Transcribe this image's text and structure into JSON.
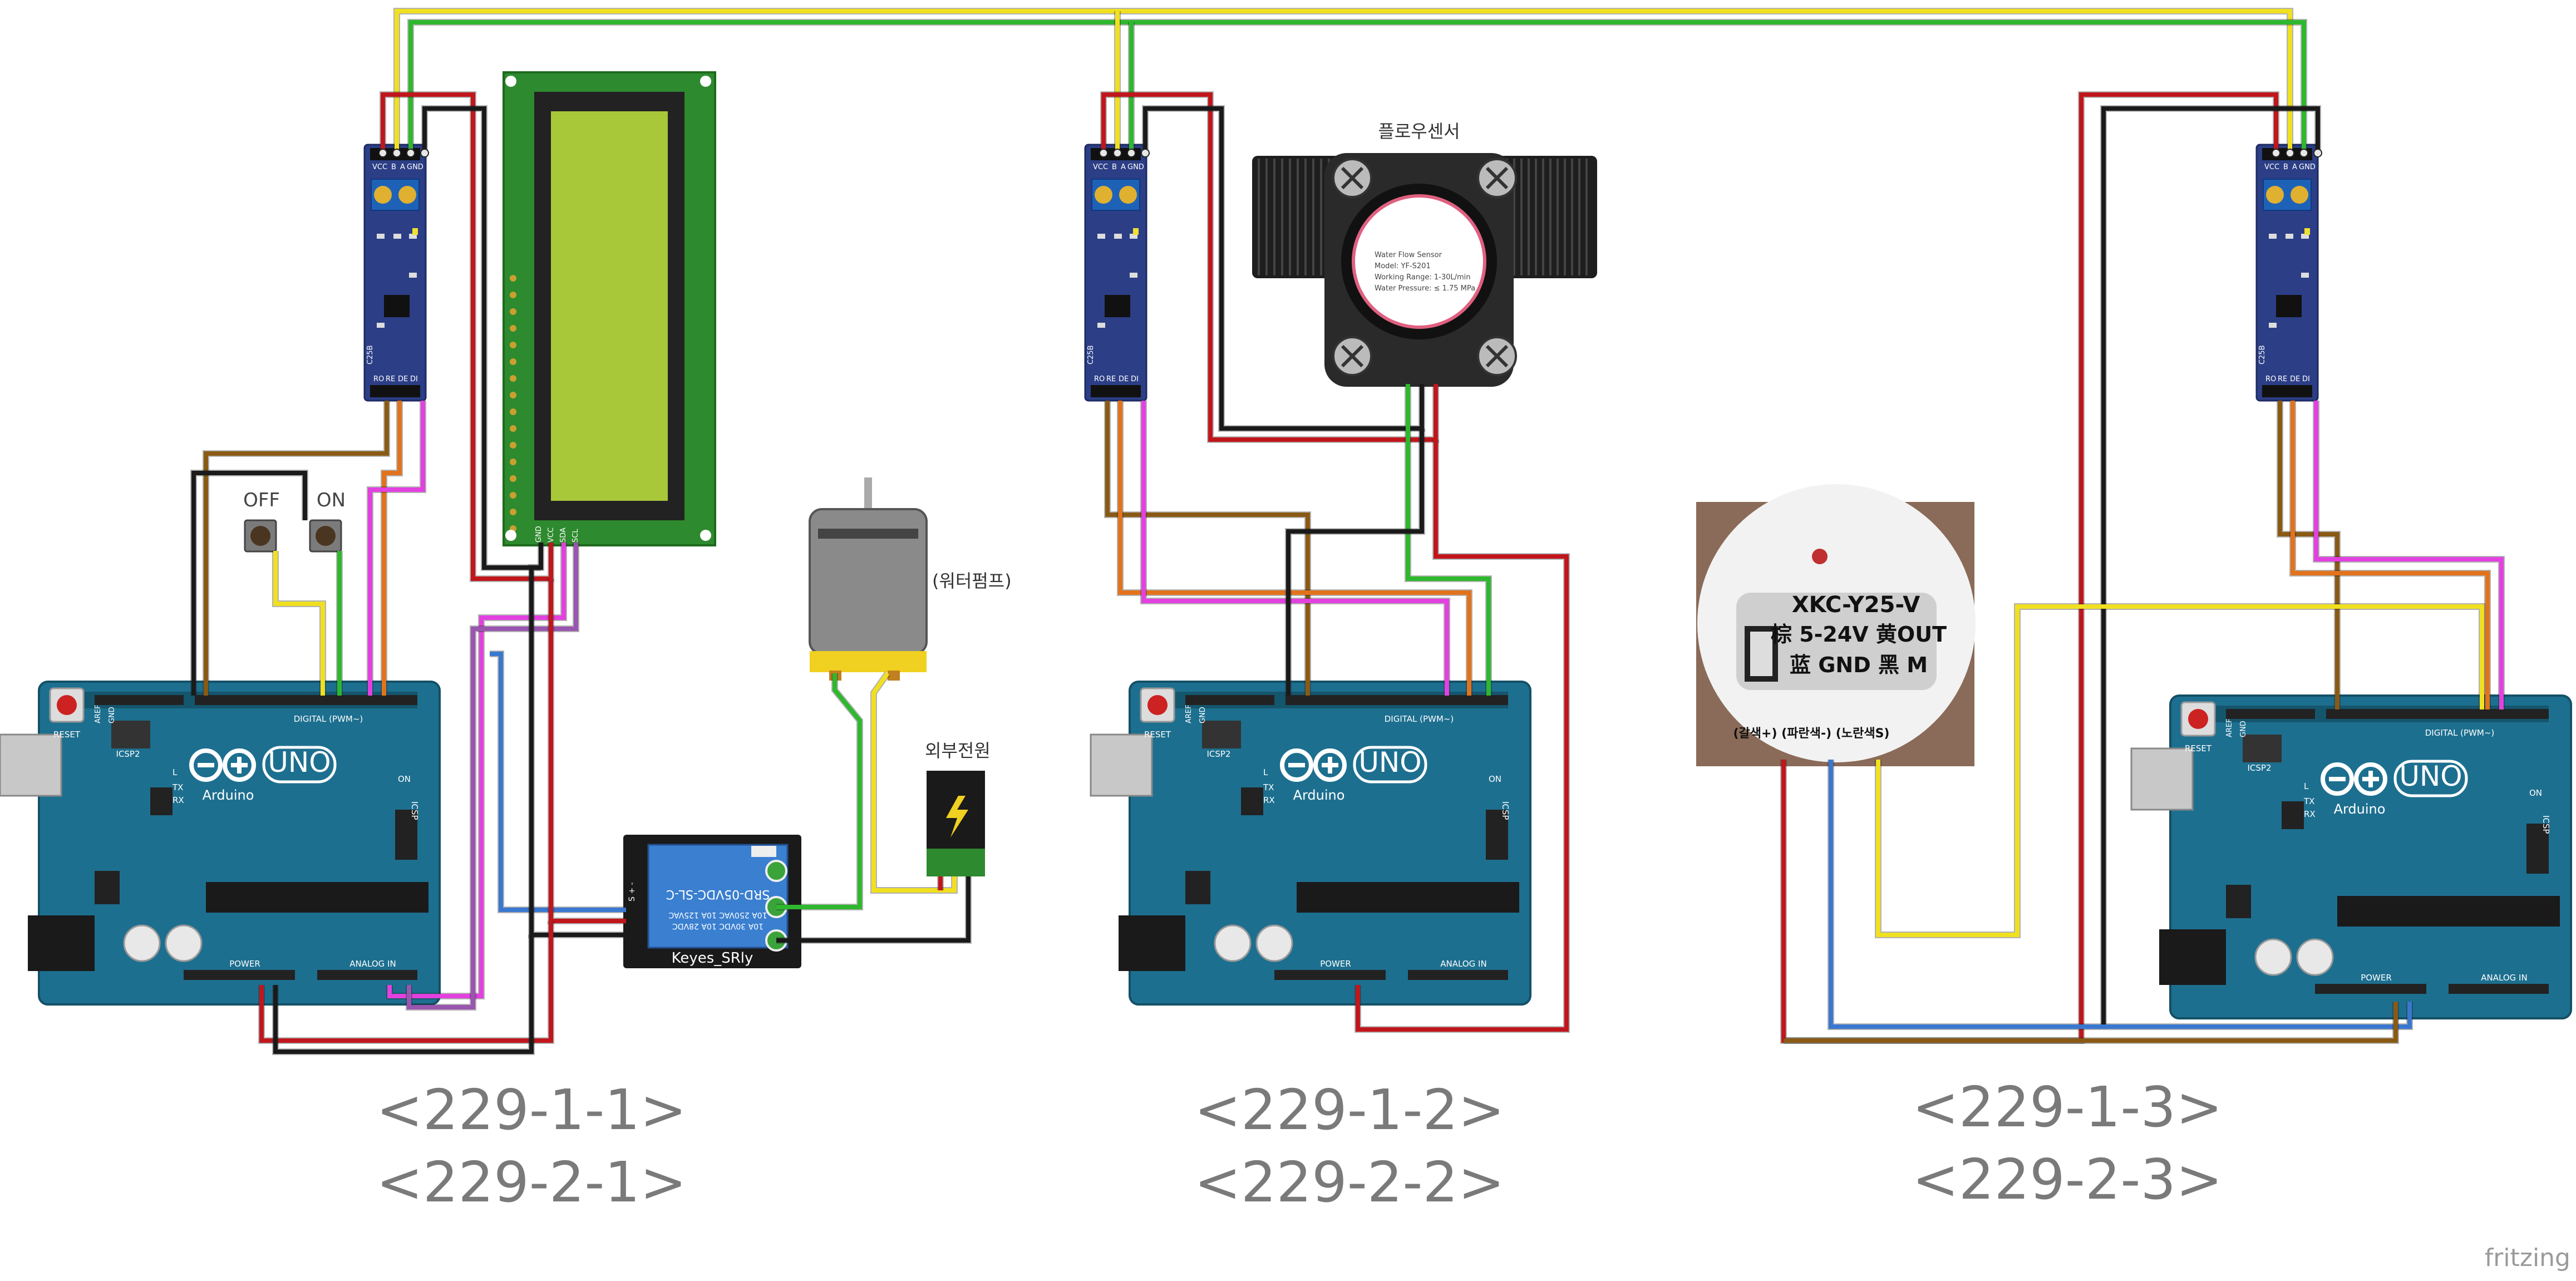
{
  "board_text": {
    "uno": "UNO",
    "arduino": "Arduino",
    "reset": "RESET",
    "icsp2": "ICSP2",
    "icsp": "ICSP",
    "digital": "DIGITAL (PWM~)",
    "analog": "ANALOG IN",
    "power": "POWER",
    "on": "ON",
    "tx": "TX",
    "rx": "RX",
    "l": "L",
    "aref": "AREF",
    "gnd": "GND"
  },
  "rs485_text": {
    "vcc": "VCC",
    "b": "B",
    "a": "A",
    "gnd": "GND",
    "ro": "RO",
    "re": "RE",
    "de": "DE",
    "di": "DI",
    "chip": "C25B"
  },
  "buttons": {
    "off": "OFF",
    "on": "ON"
  },
  "lcd_pins": [
    "GND",
    "VCC",
    "SDA",
    "SCL"
  ],
  "labels": {
    "flow_sensor": "플로우센서",
    "pump": "(워터펌프)",
    "ext_power": "외부전원"
  },
  "flow_sensor_face": [
    "Water Flow Sensor",
    "Model: YF-S201",
    "Working Range: 1-30L/min",
    "Water Pressure: ≤ 1.75 MPa"
  ],
  "relay_text": {
    "model": "SRD-05VDC-SL-C",
    "line1": "10A 250VAC  10A 125VAC",
    "line2": "10A 30VDC   10A 28VDC",
    "brand": "Keyes_SRly",
    "pins": "S + -"
  },
  "level_sensor": {
    "model": "XKC-Y25-V",
    "line1": "棕 5-24V 黄OUT",
    "line2": "蓝 GND 黑 M",
    "colors": "(갈색+) (파란색-) (노란색S)"
  },
  "captions": [
    {
      "line1": "<229-1-1>",
      "line2": "<229-2-1>"
    },
    {
      "line1": "<229-1-2>",
      "line2": "<229-2-2>"
    },
    {
      "line1": "<229-1-3>",
      "line2": "<229-2-3>"
    }
  ],
  "footer": "fritzing",
  "colors": {
    "board_blue": "#1d6f8f",
    "module_blue": "#2c3e86",
    "wire_red": "#c0161c",
    "wire_black": "#1a1a1a",
    "wire_yellow": "#f0e020",
    "wire_green": "#2eb82e",
    "wire_brown": "#8a5a14",
    "wire_orange": "#e2731c",
    "wire_magenta": "#e340e0",
    "wire_blue": "#3a78d0",
    "wire_purple": "#9a55b0",
    "lcd_green": "#a8c83a"
  }
}
